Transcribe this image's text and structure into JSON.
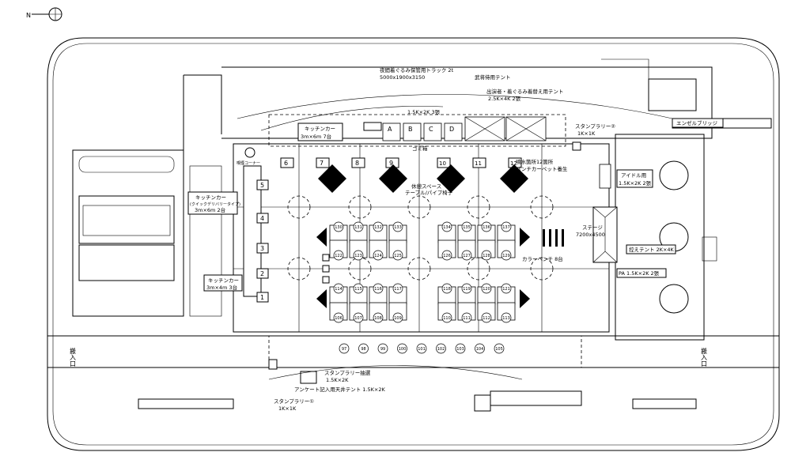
{
  "labels": {
    "truck_storage": "夜間着ぐるみ保管用トラック 2t",
    "truck_size": "5000x1900x3150",
    "martial_tent": "武将侍用テント",
    "tent_row_top": "1.5K×2K 3張",
    "performer_tent": "出演者・着ぐるみ着替え用テント",
    "performer_tent_size": "2.5K×4K 2張",
    "kitchen_top_title": "キッチンカー",
    "kitchen_top_size": "3m×6m 7台",
    "stamp2_title": "スタンプラリー②",
    "stamp2_size": "1K×1K",
    "angel_bridge": "エンゼルブリッジ",
    "idol_title": "アイドル用",
    "idol_size": "1.5K×2K 2張",
    "stage_title": "ステージ",
    "stage_size": "7200x4500",
    "waiting_tent": "控えテント 2K×4K",
    "pa_tent": "PA 1.5K×2K 2張",
    "color_bench": "カラーベンチ 8台",
    "water_notes": "噴水箇所12箇所",
    "punch_carpet": "パンチカーペット養生",
    "rest_space": "休憩スペース",
    "table_chair": "テーブル/パイプ椅子",
    "garbage": "ゴミ箱",
    "kitchen_left_title": "キッチンカー",
    "kitchen_left_sub": "(クイックデリバリータイプ)",
    "kitchen_left_size": "3m×6m 2台",
    "kitchen_left2_title": "キッチンカー",
    "kitchen_left2_size": "3m×4m 3台",
    "smoking": "喫煙コーナー",
    "entrance": "搬入口",
    "stamp_main_title": "スタンプラリー抽選",
    "stamp_main_size": "1.5K×2K",
    "survey_tent": "アンケート記入用天井テント 1.5K×2K",
    "stamp1_title": "スタンプラリー①",
    "stamp1_size": "1K×1K",
    "north": "N"
  },
  "tents_abcd": [
    "A",
    "B",
    "C",
    "D"
  ],
  "kitchen_numbers_top": [
    "6",
    "7",
    "8",
    "9",
    "10",
    "11",
    "12"
  ],
  "kitchen_numbers_left": [
    "5",
    "4",
    "3",
    "2",
    "1"
  ],
  "booths": {
    "upper_left_top": [
      "130",
      "131",
      "132",
      "133"
    ],
    "upper_left_bottom": [
      "122",
      "123",
      "124",
      "125"
    ],
    "upper_right_top": [
      "134",
      "135",
      "136",
      "137"
    ],
    "upper_right_bottom": [
      "126",
      "127",
      "128",
      "129"
    ],
    "lower_left_top": [
      "114",
      "115",
      "116",
      "117"
    ],
    "lower_left_bottom": [
      "106",
      "107",
      "108",
      "109"
    ],
    "lower_right_top": [
      "118",
      "119",
      "120",
      "121"
    ],
    "lower_right_bottom": [
      "110",
      "111",
      "112",
      "113"
    ],
    "bottom_row": [
      "97",
      "98",
      "99",
      "100",
      "101",
      "102",
      "103",
      "104",
      "105"
    ]
  },
  "colors": {
    "line": "#000000",
    "highlight": "#e0141e",
    "background": "#ffffff"
  }
}
